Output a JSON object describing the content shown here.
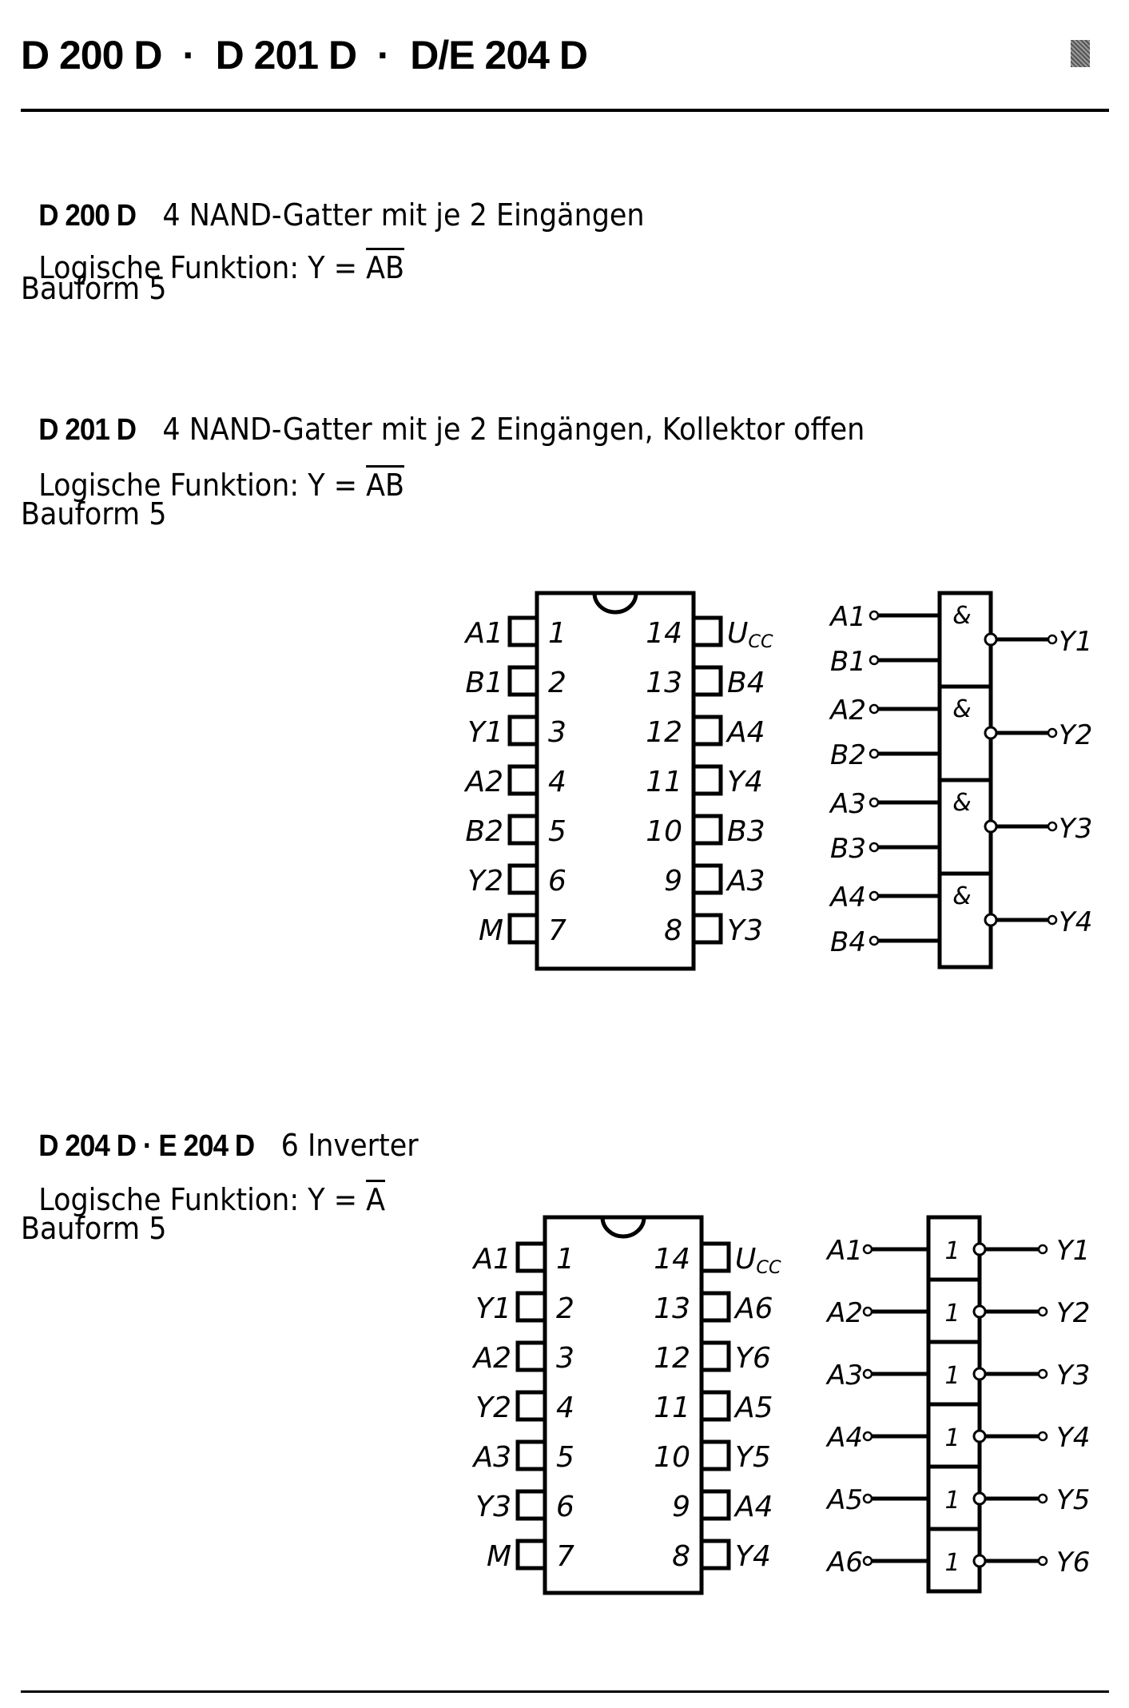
{
  "header": {
    "title": "D 200 D  ·  D 201 D  ·  D/E 204 D"
  },
  "sections": [
    {
      "part": "D 200 D",
      "description": "4 NAND-Gatter mit je 2 Eingängen",
      "function_label": "Logische Funktion: Y = ",
      "function_expr": "AB",
      "package": "Bauform 5"
    },
    {
      "part": "D 201 D",
      "description": "4 NAND-Gatter mit je 2 Eingängen, Kollektor offen",
      "function_label": "Logische Funktion: Y = ",
      "function_expr": "AB",
      "package": "Bauform 5"
    },
    {
      "part": "D 204 D · E 204 D",
      "description": "6 Inverter",
      "function_label": "Logische Funktion: Y = ",
      "function_expr": "A",
      "package": "Bauform 5"
    }
  ],
  "pinout_nand": {
    "left": [
      {
        "pin": "1",
        "signal": "A1"
      },
      {
        "pin": "2",
        "signal": "B1"
      },
      {
        "pin": "3",
        "signal": "Y1"
      },
      {
        "pin": "4",
        "signal": "A2"
      },
      {
        "pin": "5",
        "signal": "B2"
      },
      {
        "pin": "6",
        "signal": "Y2"
      },
      {
        "pin": "7",
        "signal": "M"
      }
    ],
    "right": [
      {
        "pin": "14",
        "signal": "Ucc"
      },
      {
        "pin": "13",
        "signal": "B4"
      },
      {
        "pin": "12",
        "signal": "A4"
      },
      {
        "pin": "11",
        "signal": "Y4"
      },
      {
        "pin": "10",
        "signal": "B3"
      },
      {
        "pin": "9",
        "signal": "A3"
      },
      {
        "pin": "8",
        "signal": "Y3"
      }
    ]
  },
  "logic_nand": {
    "gate_symbol": "&",
    "gates": [
      {
        "inputs": [
          "A1",
          "B1"
        ],
        "output": "Y1"
      },
      {
        "inputs": [
          "A2",
          "B2"
        ],
        "output": "Y2"
      },
      {
        "inputs": [
          "A3",
          "B3"
        ],
        "output": "Y3"
      },
      {
        "inputs": [
          "A4",
          "B4"
        ],
        "output": "Y4"
      }
    ]
  },
  "pinout_inv": {
    "left": [
      {
        "pin": "1",
        "signal": "A1"
      },
      {
        "pin": "2",
        "signal": "Y1"
      },
      {
        "pin": "3",
        "signal": "A2"
      },
      {
        "pin": "4",
        "signal": "Y2"
      },
      {
        "pin": "5",
        "signal": "A3"
      },
      {
        "pin": "6",
        "signal": "Y3"
      },
      {
        "pin": "7",
        "signal": "M"
      }
    ],
    "right": [
      {
        "pin": "14",
        "signal": "Ucc"
      },
      {
        "pin": "13",
        "signal": "A6"
      },
      {
        "pin": "12",
        "signal": "Y6"
      },
      {
        "pin": "11",
        "signal": "A5"
      },
      {
        "pin": "10",
        "signal": "Y5"
      },
      {
        "pin": "9",
        "signal": "A4"
      },
      {
        "pin": "8",
        "signal": "Y4"
      }
    ]
  },
  "logic_inv": {
    "gate_symbol": "1",
    "gates": [
      {
        "input": "A1",
        "output": "Y1"
      },
      {
        "input": "A2",
        "output": "Y2"
      },
      {
        "input": "A3",
        "output": "Y3"
      },
      {
        "input": "A4",
        "output": "Y4"
      },
      {
        "input": "A5",
        "output": "Y5"
      },
      {
        "input": "A6",
        "output": "Y6"
      }
    ]
  }
}
